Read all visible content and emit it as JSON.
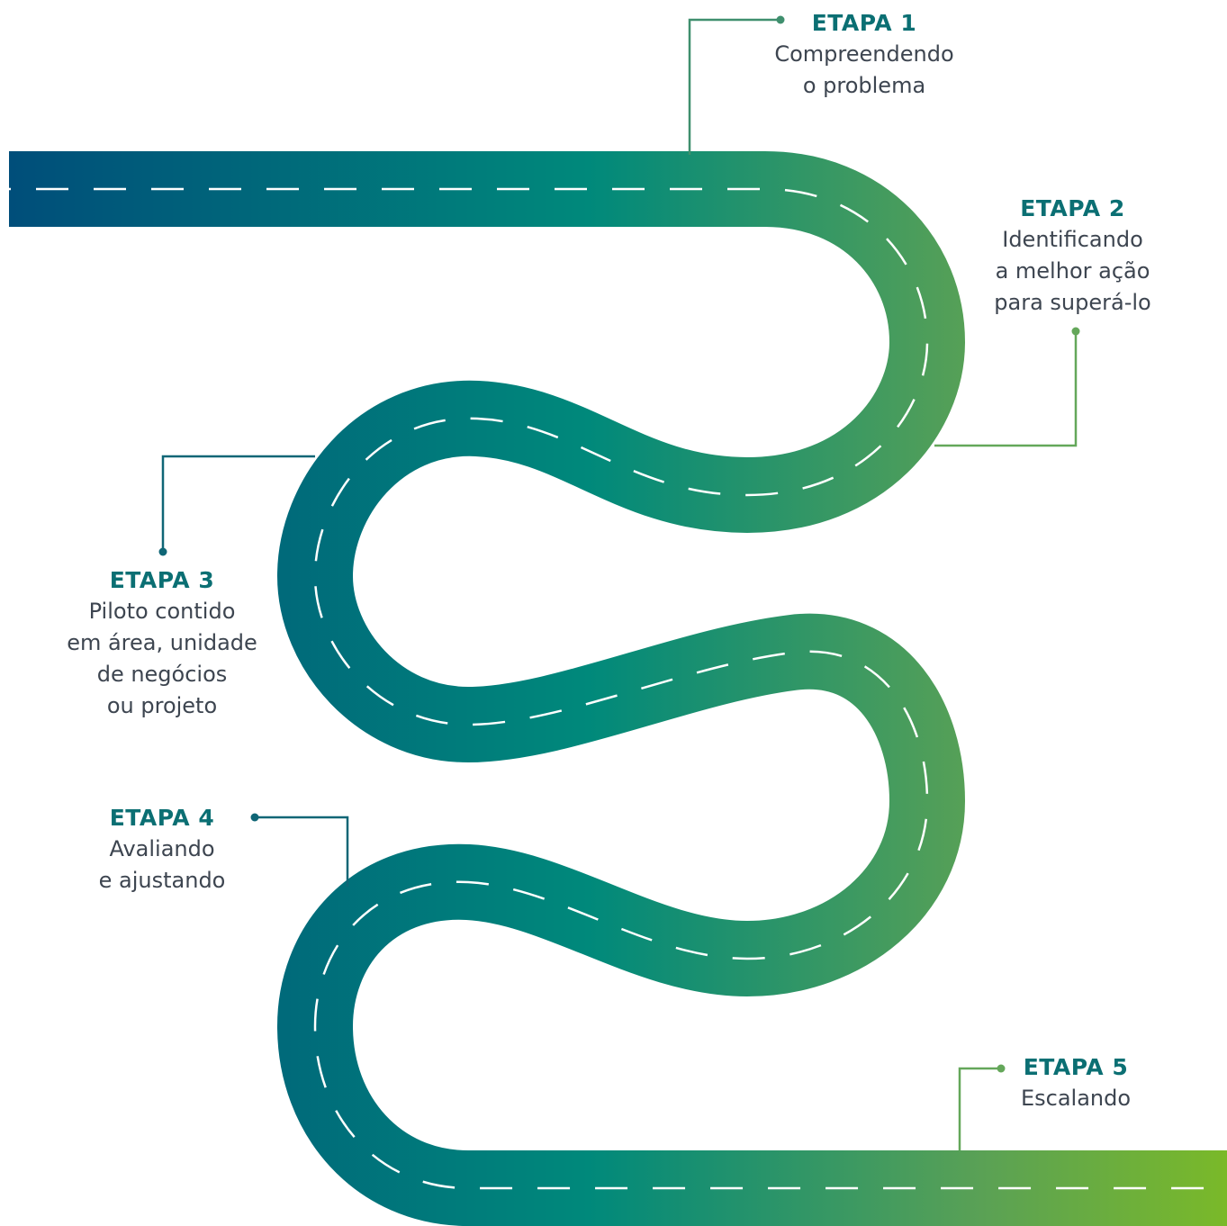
{
  "colors": {
    "road_start": "#004d7a",
    "road_mid": "#00897b",
    "road_end": "#7ab929",
    "title_teal": "#0b6f73",
    "title_green": "#3f9a5c",
    "text": "#3d4550"
  },
  "steps": [
    {
      "title": "ETAPA 1",
      "desc": "Compreendendo\no problema"
    },
    {
      "title": "ETAPA 2",
      "desc": "Identificando\na melhor ação\npara superá-lo"
    },
    {
      "title": "ETAPA 3",
      "desc": "Piloto contido\nem área, unidade\nde negócios\nou projeto"
    },
    {
      "title": "ETAPA 4",
      "desc": "Avaliando\ne ajustando"
    },
    {
      "title": "ETAPA 5",
      "desc": "Escalando"
    }
  ]
}
